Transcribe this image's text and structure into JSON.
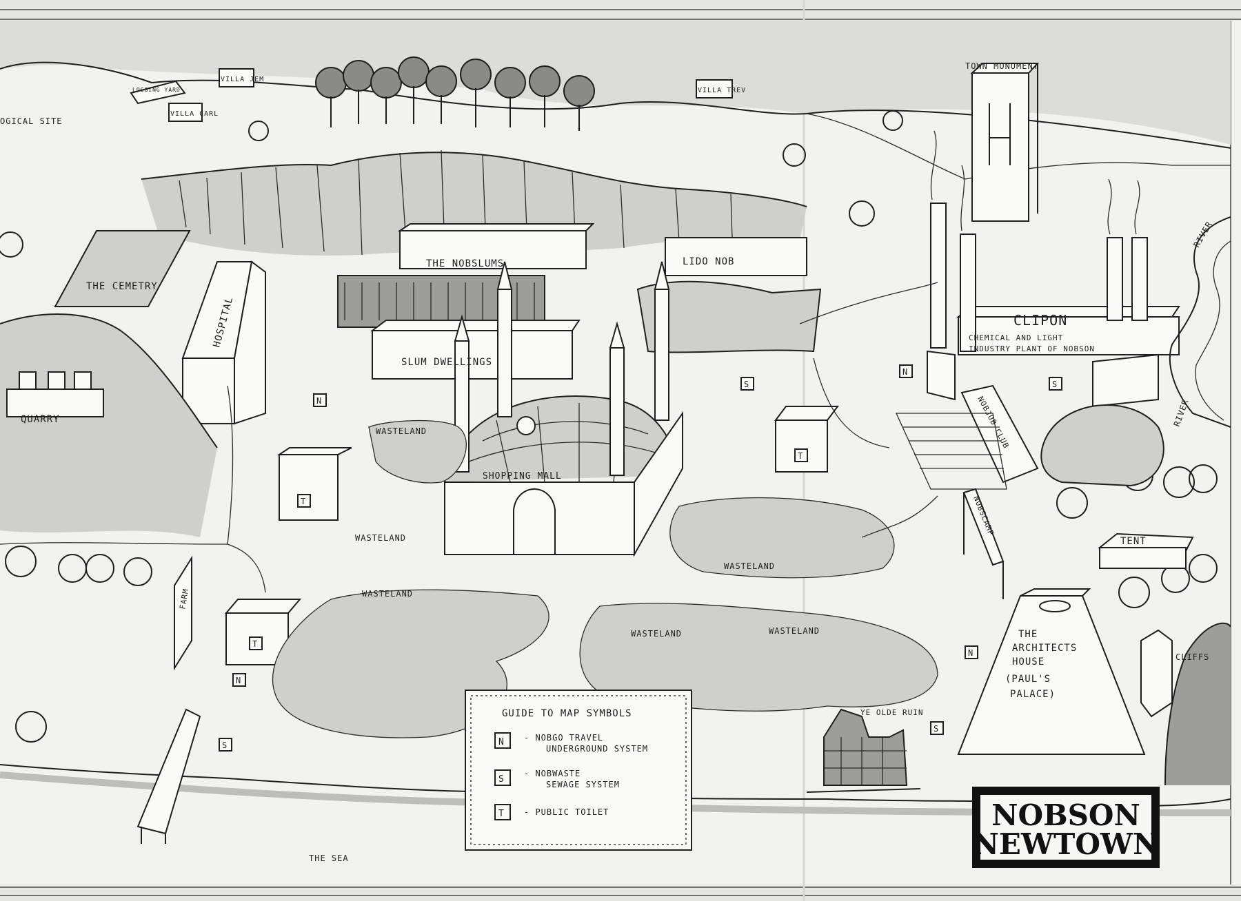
{
  "title": {
    "line1": "NOBSON",
    "line2": "NEWTOWN"
  },
  "labels": {
    "town_monument": "TOWN MONUMENT",
    "logging_yard": "LOGGING YARD",
    "villa_jem": "VILLA JEM",
    "villa_carl": "VILLA CARL",
    "villa_trev": "VILLA TREV",
    "archaeological_site": "OGICAL SITE",
    "cemetery": "THE CEMETRY",
    "hospital": "HOSPITAL",
    "quarry": "QUARRY",
    "nob_slums": "THE NOBSLUMS",
    "slum_dwellings": "SLUM DWELLINGS",
    "lido_nob": "LIDO NOB",
    "clipon": "CLIPON",
    "clipon_sub1": "CHEMICAL AND LIGHT",
    "clipon_sub2": "INDUSTRY PLANT OF NOBSON",
    "river_top": "RIVER",
    "river_mid": "RIVER",
    "nobjob_club": "NOBJOB CLUB",
    "shopping_mall": "SHOPPING MALL",
    "nobscamp": "NOBSCAMP",
    "tent": "TENT",
    "farm": "FARM",
    "wasteland_1": "WASTELAND",
    "wasteland_2": "WASTELAND",
    "wasteland_3": "WASTELAND",
    "wasteland_4": "WASTELAND",
    "wasteland_5": "WASTELAND",
    "wasteland_6": "WASTELAND",
    "ye_olde_ruin": "YE OLDE RUIN",
    "architects_house_1": "THE",
    "architects_house_2": "ARCHITECTS",
    "architects_house_3": "HOUSE",
    "architects_house_4": "(PAUL'S",
    "architects_house_5": "PALACE)",
    "cliffs": "CLIFFS",
    "the_sea": "THE SEA"
  },
  "legend": {
    "title": "GUIDE TO MAP SYMBOLS",
    "items": [
      {
        "icon": "underground-icon",
        "glyph": "N",
        "line1": "- NOBGO TRAVEL",
        "line2": "UNDERGROUND SYSTEM"
      },
      {
        "icon": "sewage-icon",
        "glyph": "S",
        "line1": "- NOBWASTE",
        "line2": "SEWAGE SYSTEM"
      },
      {
        "icon": "toilet-icon",
        "glyph": "T",
        "line1": "- PUBLIC TOILET",
        "line2": ""
      }
    ]
  },
  "colors": {
    "ink": "#1e1e1e",
    "paper": "#f2f2f0",
    "shade": "#cfcfcc"
  }
}
